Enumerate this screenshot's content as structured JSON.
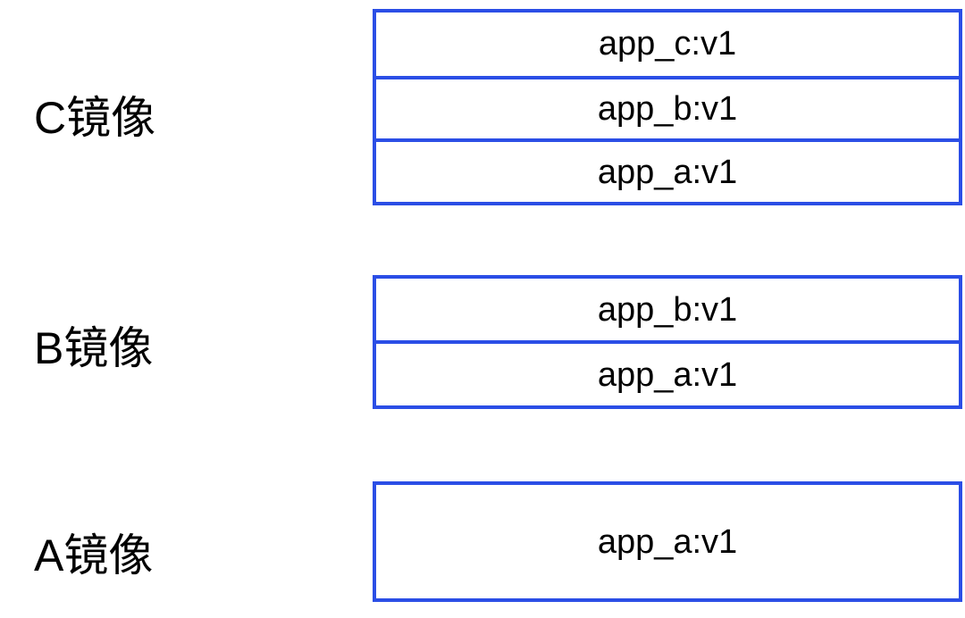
{
  "colors": {
    "layer_border": "#2b4ee6",
    "text": "#000000",
    "background": "#ffffff"
  },
  "images": [
    {
      "label": "C镜像",
      "layers": [
        "app_c:v1",
        "app_b:v1",
        "app_a:v1"
      ]
    },
    {
      "label": "B镜像",
      "layers": [
        "app_b:v1",
        "app_a:v1"
      ]
    },
    {
      "label": "A镜像",
      "layers": [
        "app_a:v1"
      ]
    }
  ]
}
